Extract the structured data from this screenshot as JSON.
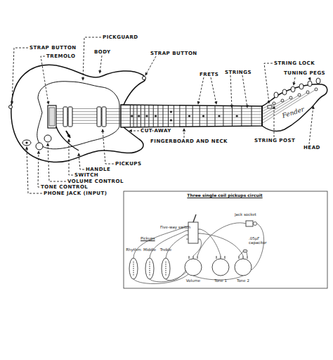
{
  "diagram": {
    "labels": [
      "STRAP BUTTON",
      "TREMOLO",
      "PICKGUARD",
      "BODY",
      "STRAP BUTTON",
      "FRETS",
      "STRINGS",
      "STRING LOCK",
      "TUNING PEGS",
      "CUT-AWAY",
      "FINGERBOARD AND NECK",
      "STRING POST",
      "HEAD",
      "PICKUPS",
      "HANDLE",
      "SWITCH",
      "VOLUME CONTROL",
      "TONE CONTROL",
      "PHONE JACK (INPUT)",
      "Fender",
      "Three single coil pickups circuit",
      "Jack socket",
      "Five-way switch",
      "Pickups",
      "Rhythm",
      "Middle",
      "Treble",
      ".05µF capacitor",
      "Volume",
      "Tone 1",
      "Tone 2"
    ]
  }
}
